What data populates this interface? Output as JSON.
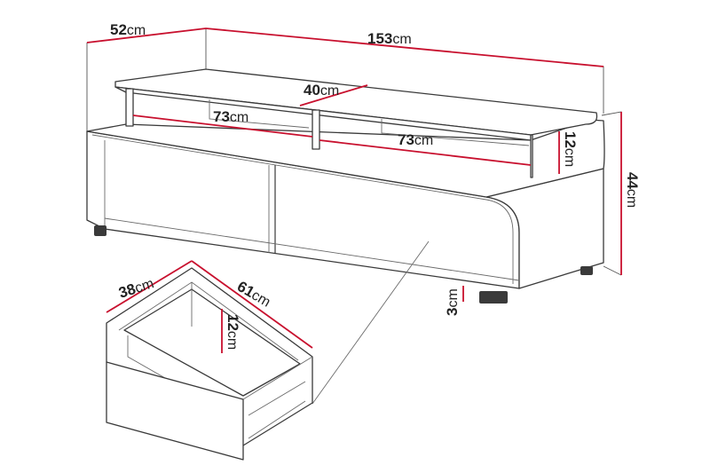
{
  "colors": {
    "dimension_line": "#c8102e",
    "outline": "#3a3a3a",
    "background": "#ffffff"
  },
  "dimensions": {
    "depth": {
      "value": "52",
      "unit": "cm"
    },
    "width": {
      "value": "153",
      "unit": "cm"
    },
    "shelf_depth": {
      "value": "40",
      "unit": "cm"
    },
    "shelf_left": {
      "value": "73",
      "unit": "cm"
    },
    "shelf_right": {
      "value": "73",
      "unit": "cm"
    },
    "shelf_height": {
      "value": "12",
      "unit": "cm"
    },
    "height": {
      "value": "44",
      "unit": "cm"
    },
    "leg_height": {
      "value": "3",
      "unit": "cm"
    },
    "drawer_depth": {
      "value": "38",
      "unit": "cm"
    },
    "drawer_width": {
      "value": "61",
      "unit": "cm"
    },
    "drawer_height": {
      "value": "12",
      "unit": "cm"
    }
  }
}
